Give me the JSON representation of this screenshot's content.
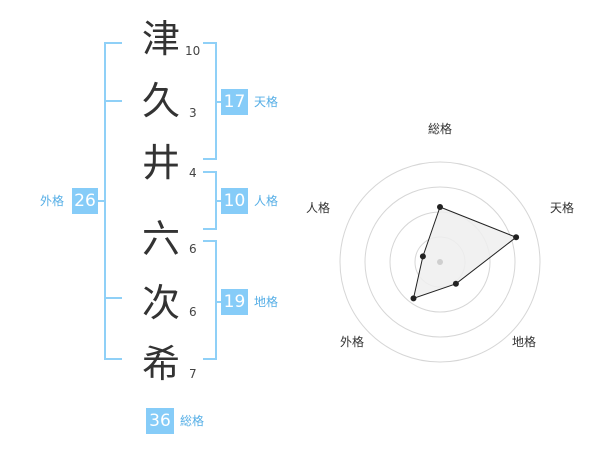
{
  "name_characters": [
    {
      "char": "津",
      "strokes": "10"
    },
    {
      "char": "久",
      "strokes": "3"
    },
    {
      "char": "井",
      "strokes": "4"
    },
    {
      "char": "六",
      "strokes": "6"
    },
    {
      "char": "次",
      "strokes": "6"
    },
    {
      "char": "希",
      "strokes": "7"
    }
  ],
  "fortunes": {
    "tenkaku": {
      "label": "天格",
      "value": "17"
    },
    "jinkaku": {
      "label": "人格",
      "value": "10"
    },
    "chikaku": {
      "label": "地格",
      "value": "19"
    },
    "gaikaku": {
      "label": "外格",
      "value": "26"
    },
    "soukaku": {
      "label": "総格",
      "value": "36"
    }
  },
  "colors": {
    "accent": "#86ccf8",
    "bracket": "#8fd0f7",
    "label": "#55aee6"
  },
  "chart_data": {
    "type": "radar",
    "axes": [
      "総格",
      "天格",
      "地格",
      "外格",
      "人格"
    ],
    "values": [
      0.55,
      0.8,
      0.27,
      0.45,
      0.18
    ],
    "range": [
      0,
      1
    ],
    "rings": 4
  }
}
